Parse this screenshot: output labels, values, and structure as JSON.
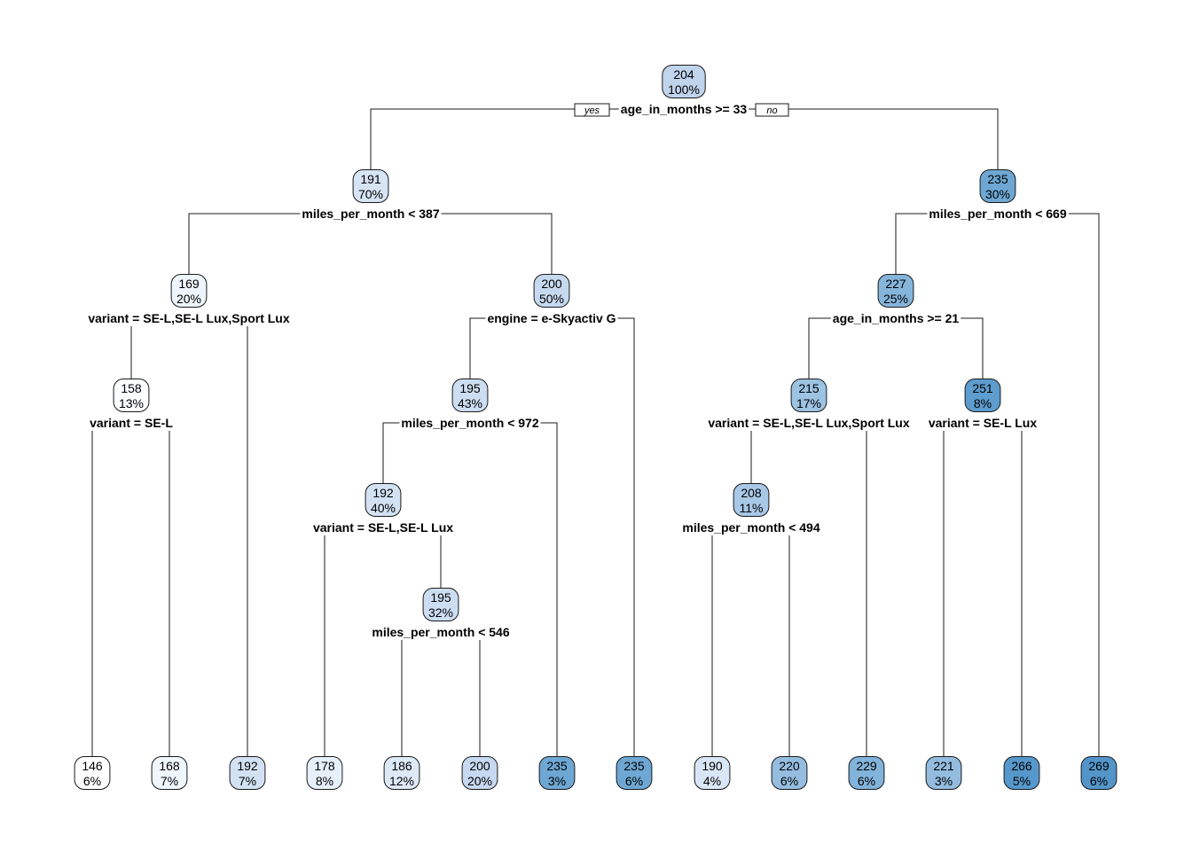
{
  "tree": {
    "branch_labels": {
      "yes": "yes",
      "no": "no"
    },
    "nodes": [
      {
        "id": "n1",
        "value": "204",
        "percent": "100%",
        "split": "age_in_months >= 33"
      },
      {
        "id": "n2",
        "value": "191",
        "percent": "70%",
        "split": "miles_per_month < 387"
      },
      {
        "id": "n3",
        "value": "235",
        "percent": "30%",
        "split": "miles_per_month < 669"
      },
      {
        "id": "n4",
        "value": "169",
        "percent": "20%",
        "split": "variant = SE-L,SE-L Lux,Sport Lux"
      },
      {
        "id": "n5",
        "value": "200",
        "percent": "50%",
        "split": "engine = e-Skyactiv G"
      },
      {
        "id": "n6",
        "value": "227",
        "percent": "25%",
        "split": "age_in_months >= 21"
      },
      {
        "id": "n8",
        "value": "158",
        "percent": "13%",
        "split": "variant = SE-L"
      },
      {
        "id": "n10",
        "value": "195",
        "percent": "43%",
        "split": "miles_per_month < 972"
      },
      {
        "id": "n12",
        "value": "215",
        "percent": "17%",
        "split": "variant = SE-L,SE-L Lux,Sport Lux"
      },
      {
        "id": "n13",
        "value": "251",
        "percent": "8%",
        "split": "variant = SE-L Lux"
      },
      {
        "id": "n20",
        "value": "192",
        "percent": "40%",
        "split": "variant = SE-L,SE-L Lux"
      },
      {
        "id": "n24",
        "value": "208",
        "percent": "11%",
        "split": "miles_per_month < 494"
      },
      {
        "id": "n41",
        "value": "195",
        "percent": "32%",
        "split": "miles_per_month < 546"
      },
      {
        "id": "l1",
        "value": "146",
        "percent": "6%"
      },
      {
        "id": "l2",
        "value": "168",
        "percent": "7%"
      },
      {
        "id": "l3",
        "value": "192",
        "percent": "7%"
      },
      {
        "id": "l4",
        "value": "178",
        "percent": "8%"
      },
      {
        "id": "l5",
        "value": "186",
        "percent": "12%"
      },
      {
        "id": "l6",
        "value": "200",
        "percent": "20%"
      },
      {
        "id": "l7",
        "value": "235",
        "percent": "3%"
      },
      {
        "id": "l8",
        "value": "235",
        "percent": "6%"
      },
      {
        "id": "l9",
        "value": "190",
        "percent": "4%"
      },
      {
        "id": "l10",
        "value": "220",
        "percent": "6%"
      },
      {
        "id": "l11",
        "value": "229",
        "percent": "6%"
      },
      {
        "id": "l12",
        "value": "221",
        "percent": "3%"
      },
      {
        "id": "l13",
        "value": "266",
        "percent": "5%"
      },
      {
        "id": "l14",
        "value": "269",
        "percent": "6%"
      }
    ],
    "colors": {
      "146": "#ffffff",
      "158": "#fbfdff",
      "168": "#f0f6fd",
      "169": "#eef5fc",
      "178": "#e6f0fa",
      "186": "#dde9f7",
      "190": "#d9e6f5",
      "191": "#d7e4f4",
      "192": "#d3e2f3",
      "195": "#cddef2",
      "200": "#c6d9f0",
      "204": "#c0d4ec",
      "208": "#a7c8e6",
      "215": "#9dc3e3",
      "220": "#95bde0",
      "221": "#93bcdf",
      "227": "#86b5db",
      "229": "#82b3da",
      "235": "#6ea7d3",
      "251": "#5d9ccd",
      "266": "#5698cc",
      "269": "#5395c9"
    }
  }
}
